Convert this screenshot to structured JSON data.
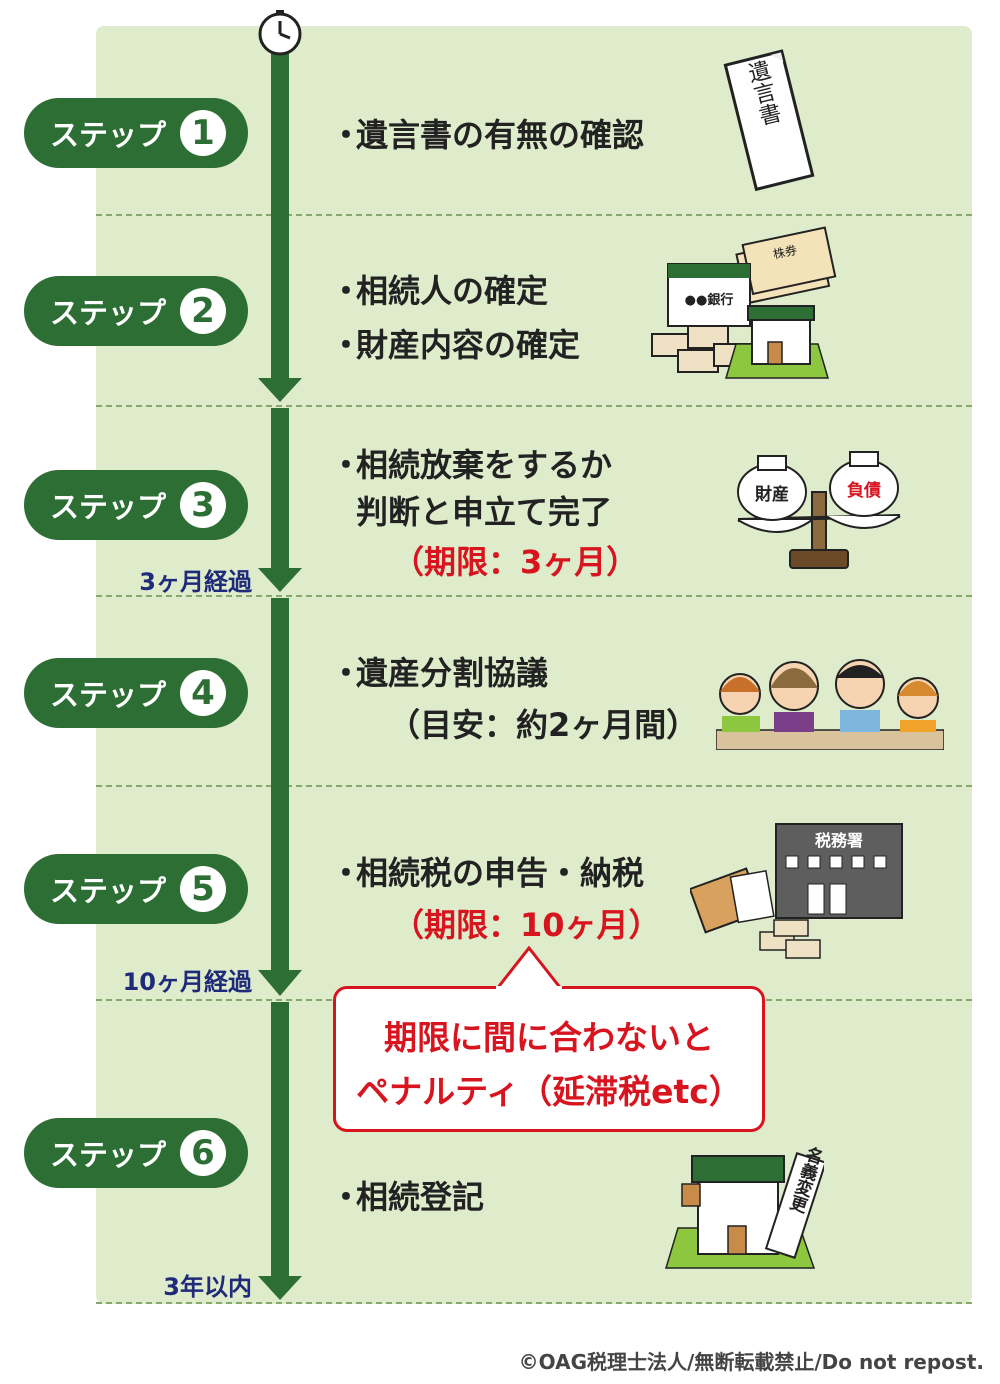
{
  "steps": [
    {
      "label": "ステップ",
      "num": "1",
      "items": [
        "遺言書の有無の確認"
      ]
    },
    {
      "label": "ステップ",
      "num": "2",
      "items": [
        "相続人の確定",
        "財産内容の確定"
      ]
    },
    {
      "label": "ステップ",
      "num": "3",
      "items": [
        "相続放棄をするか",
        "判断と申立て完了"
      ],
      "note": "（期限：3ヶ月）"
    },
    {
      "label": "ステップ",
      "num": "4",
      "items": [
        "遺産分割協議"
      ],
      "note": "（目安：約2ヶ月間）"
    },
    {
      "label": "ステップ",
      "num": "5",
      "items": [
        "相続税の申告・納税"
      ],
      "note": "（期限：10ヶ月）"
    },
    {
      "label": "ステップ",
      "num": "6",
      "items": [
        "相続登記"
      ]
    }
  ],
  "elapsed": [
    "3ヶ月経過",
    "10ヶ月経過",
    "3年以内"
  ],
  "callout": {
    "line1": "期限に間に合わないと",
    "line2": "ペナルティ（延滞税etc）"
  },
  "illustrations": {
    "will_label": "遺言書",
    "bank_label": "●●銀行",
    "stock_label": "株券",
    "scale_left": "財産",
    "scale_right": "負債",
    "tax_office": "税務署",
    "name_change": "名義変更"
  },
  "copyright": "©OAG税理士法人/無断転載禁止/Do not repost.",
  "colors": {
    "green": "#2d6e35",
    "panel": "#dfeccc",
    "red": "#d8141f",
    "navy": "#1f2a7a"
  }
}
